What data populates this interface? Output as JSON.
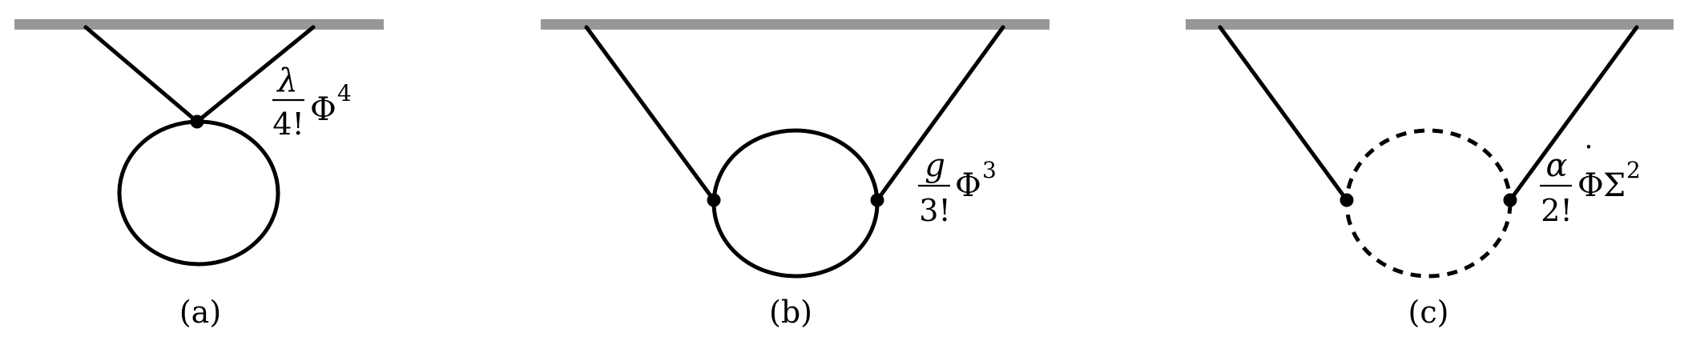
{
  "panels": [
    {
      "caption": "(a)",
      "coupling_numerator": "λ",
      "coupling_denominator": "4!",
      "field": "Φ",
      "power": "4"
    },
    {
      "caption": "(b)",
      "coupling_numerator": "g",
      "coupling_denominator": "3!",
      "field": "Φ",
      "power": "3"
    },
    {
      "caption": "(c)",
      "coupling_numerator": "α",
      "coupling_denominator": "2!",
      "field": "Φ",
      "field_accent": "˙",
      "field2": "Σ",
      "power": "2"
    }
  ],
  "colors": {
    "boundary_bar": "#979797",
    "lines": "#000000"
  }
}
